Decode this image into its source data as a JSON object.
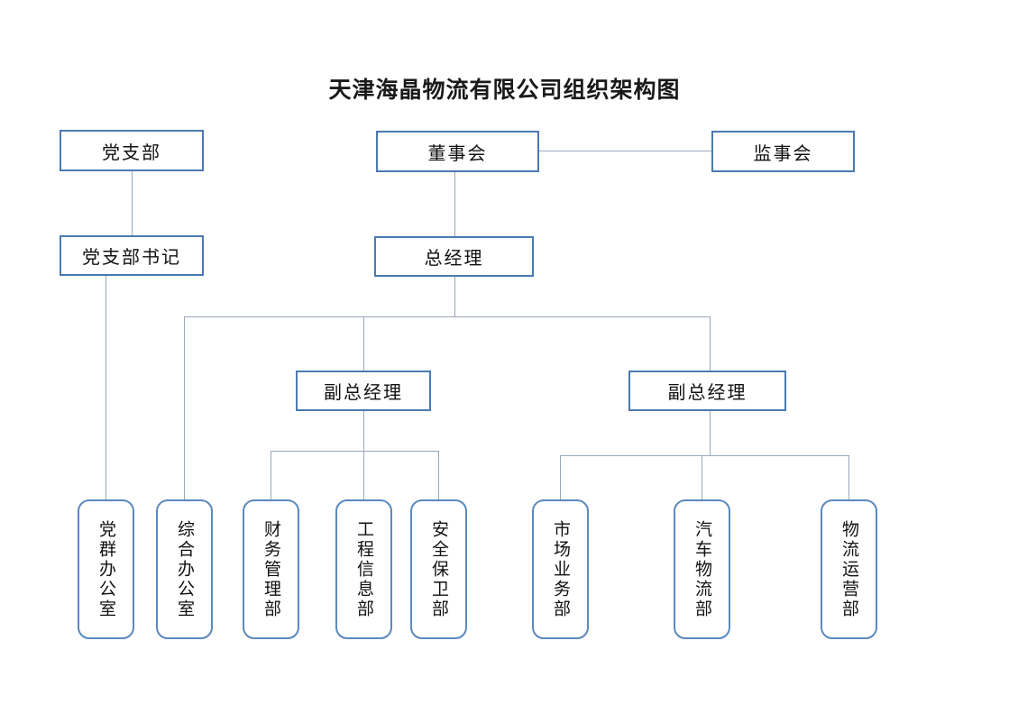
{
  "title": "天津海晶物流有限公司组织架构图",
  "theme": {
    "box_border": "#4a7ab0",
    "leaf_border": "#5b89bd",
    "connector": "#9aa8ba",
    "background": "#ffffff",
    "text": "#111111"
  },
  "chart_data": {
    "type": "diagram",
    "diagram_kind": "organization-chart",
    "title": "天津海晶物流有限公司组织架构图",
    "nodes": [
      {
        "id": "party_branch",
        "label": "党支部",
        "level": 0,
        "shape": "rect"
      },
      {
        "id": "board",
        "label": "董事会",
        "level": 0,
        "shape": "rect"
      },
      {
        "id": "supervisors",
        "label": "监事会",
        "level": 0,
        "shape": "rect"
      },
      {
        "id": "party_secretary",
        "label": "党支部书记",
        "level": 1,
        "shape": "rect"
      },
      {
        "id": "general_manager",
        "label": "总经理",
        "level": 1,
        "shape": "rect"
      },
      {
        "id": "deputy_gm_1",
        "label": "副总经理",
        "level": 2,
        "shape": "rect"
      },
      {
        "id": "deputy_gm_2",
        "label": "副总经理",
        "level": 2,
        "shape": "rect"
      },
      {
        "id": "party_mass_office",
        "label": "党群办公室",
        "level": 3,
        "shape": "rounded-vertical"
      },
      {
        "id": "general_office",
        "label": "综合办公室",
        "level": 3,
        "shape": "rounded-vertical"
      },
      {
        "id": "finance_dept",
        "label": "财务管理部",
        "level": 3,
        "shape": "rounded-vertical"
      },
      {
        "id": "engineering_info",
        "label": "工程信息部",
        "level": 3,
        "shape": "rounded-vertical"
      },
      {
        "id": "security_dept",
        "label": "安全保卫部",
        "level": 3,
        "shape": "rounded-vertical"
      },
      {
        "id": "market_business",
        "label": "市场业务部",
        "level": 3,
        "shape": "rounded-vertical"
      },
      {
        "id": "auto_logistics",
        "label": "汽车物流部",
        "level": 3,
        "shape": "rounded-vertical"
      },
      {
        "id": "logistics_ops",
        "label": "物流运营部",
        "level": 3,
        "shape": "rounded-vertical"
      }
    ],
    "edges": [
      {
        "from": "board",
        "to": "supervisors",
        "style": "horizontal"
      },
      {
        "from": "board",
        "to": "general_manager",
        "style": "vertical"
      },
      {
        "from": "party_branch",
        "to": "party_secretary",
        "style": "vertical"
      },
      {
        "from": "party_secretary",
        "to": "party_mass_office",
        "style": "vertical"
      },
      {
        "from": "general_manager",
        "to": "general_office",
        "style": "bus"
      },
      {
        "from": "general_manager",
        "to": "deputy_gm_1",
        "style": "bus"
      },
      {
        "from": "general_manager",
        "to": "deputy_gm_2",
        "style": "bus"
      },
      {
        "from": "deputy_gm_1",
        "to": "finance_dept",
        "style": "bus"
      },
      {
        "from": "deputy_gm_1",
        "to": "engineering_info",
        "style": "bus"
      },
      {
        "from": "deputy_gm_1",
        "to": "security_dept",
        "style": "bus"
      },
      {
        "from": "deputy_gm_2",
        "to": "market_business",
        "style": "bus"
      },
      {
        "from": "deputy_gm_2",
        "to": "auto_logistics",
        "style": "bus"
      },
      {
        "from": "deputy_gm_2",
        "to": "logistics_ops",
        "style": "bus"
      }
    ]
  },
  "row0": {
    "party_branch": "党支部",
    "board": "董事会",
    "supervisors": "监事会"
  },
  "row1": {
    "party_secretary": "党支部书记",
    "general_manager": "总经理"
  },
  "row2": {
    "deputy_gm_1": "副总经理",
    "deputy_gm_2": "副总经理"
  },
  "leaves": {
    "party_mass_office": "党群办公室",
    "general_office": "综合办公室",
    "finance_dept": "财务管理部",
    "engineering_info": "工程信息部",
    "security_dept": "安全保卫部",
    "market_business": "市场业务部",
    "auto_logistics": "汽车物流部",
    "logistics_ops": "物流运营部"
  }
}
